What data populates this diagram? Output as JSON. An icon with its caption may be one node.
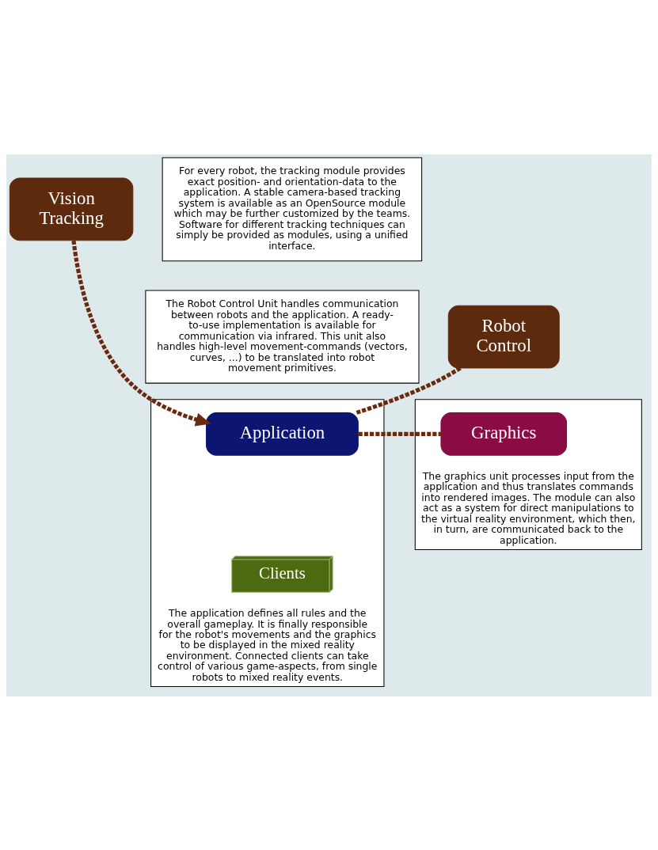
{
  "diagram": {
    "nodes": [
      {
        "text": [
          "Vision Tracking"
        ]
      },
      {
        "text": [
          "For every robot, the tracking module provides exact position- and orientation-data to the application. A stable camera-based tracking system is available as an OpenSource module which may be further customized by the teams. Software for different tracking techniques can simply be provided as modules, using a unified interface."
        ]
      },
      {
        "text": [
          "Robot Control"
        ]
      },
      {
        "text": [
          "The Robot Control Unit handles communication between robots and the application. A ready-to-use implementation is available for communication via infrared. This unit also handles high-level movement-commands (vectors, curves, ...) to be translated into robot movement primitives."
        ]
      },
      {
        "text": [
          "The application defines all rules and the overall gameplay. It is finally responsible for the robot's movements and the graphics to be displayed in the mixed reality environment. Connected clients can take control of various game-aspects, from single robots to mixed reality events."
        ]
      },
      {
        "text": [
          "Application"
        ],
        "in": 4
      },
      {
        "text": [
          "Clients"
        ],
        "in": 4
      },
      {
        "text": [
          "The graphics unit processes input from the application and thus translates commands into rendered images. The module can also act as a system for direct manipulations to the virtual reality environment, which then, in turn, are communicated back to the application."
        ]
      },
      {
        "text": [
          "Graphics"
        ],
        "in": 7
      }
    ],
    "edges": [
      {
        "from": 0,
        "to": 5,
        "arrow": "to",
        "style": "dashed"
      },
      {
        "from": 2,
        "to": 5,
        "arrow": "none",
        "style": "dashed"
      },
      {
        "from": 5,
        "to": 8,
        "arrow": "none",
        "style": "dashed"
      }
    ]
  }
}
